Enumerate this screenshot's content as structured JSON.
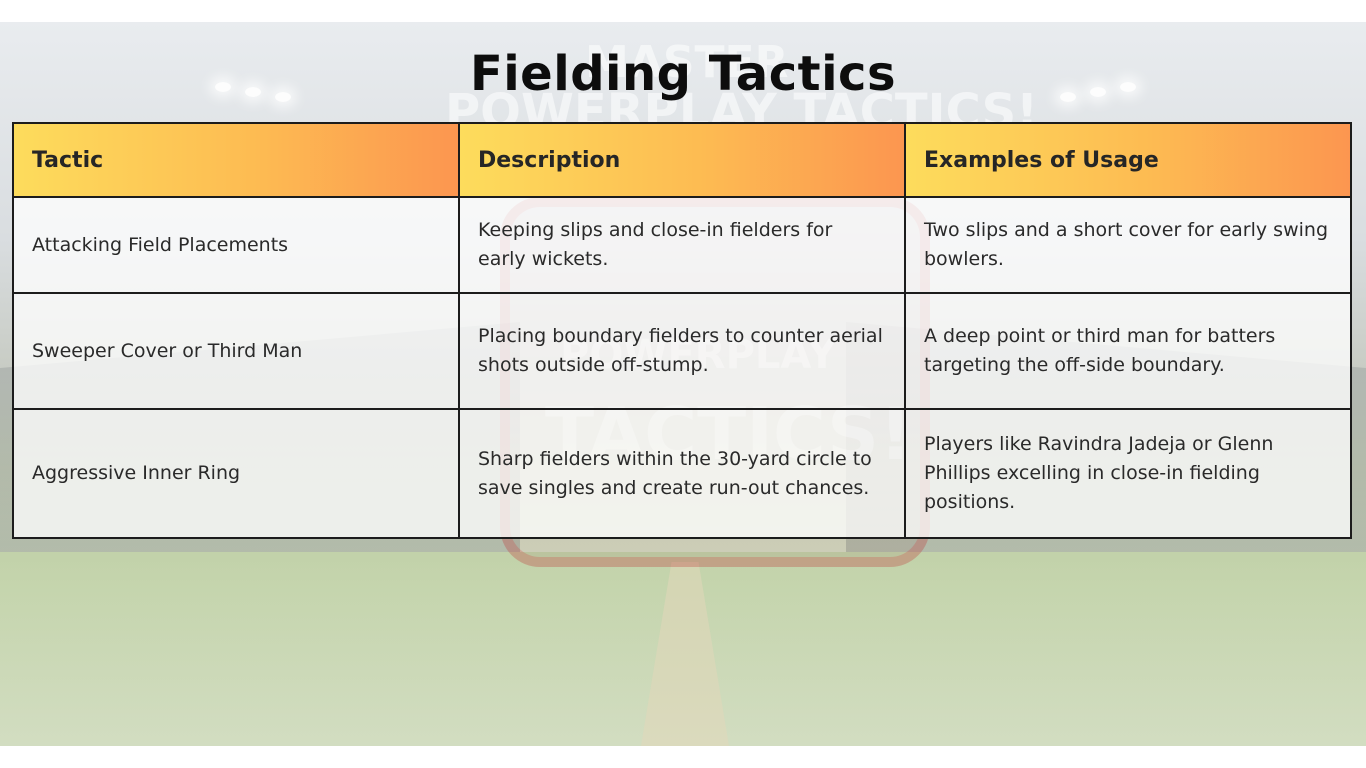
{
  "title": "Fielding Tactics",
  "background_text": {
    "line1": "MASTER",
    "line2": "POWERPLAY TACTICS!",
    "line3": "POWERPLAY",
    "line4": "TACTICS!"
  },
  "table": {
    "headers": [
      "Tactic",
      "Description",
      "Examples of Usage"
    ],
    "rows": [
      {
        "tactic": "Attacking Field Placements",
        "description": "Keeping slips and close-in fielders for early wickets.",
        "example": "Two slips and a short cover for early swing bowlers."
      },
      {
        "tactic": "Sweeper Cover or Third Man",
        "description": "Placing boundary fielders to counter aerial shots outside off-stump.",
        "example": "A deep point or third man for batters targeting the off-side boundary."
      },
      {
        "tactic": "Aggressive Inner Ring",
        "description": "Sharp fielders within the 30-yard circle to save singles and create run-out chances.",
        "example": "Players like Ravindra Jadeja or Glenn Phillips excelling in close-in fielding positions."
      }
    ]
  },
  "colors": {
    "header_gradient_start": "#fddc5c",
    "header_gradient_end": "#fc9650",
    "border": "#1c1c1c",
    "title": "#0d0d0d"
  }
}
